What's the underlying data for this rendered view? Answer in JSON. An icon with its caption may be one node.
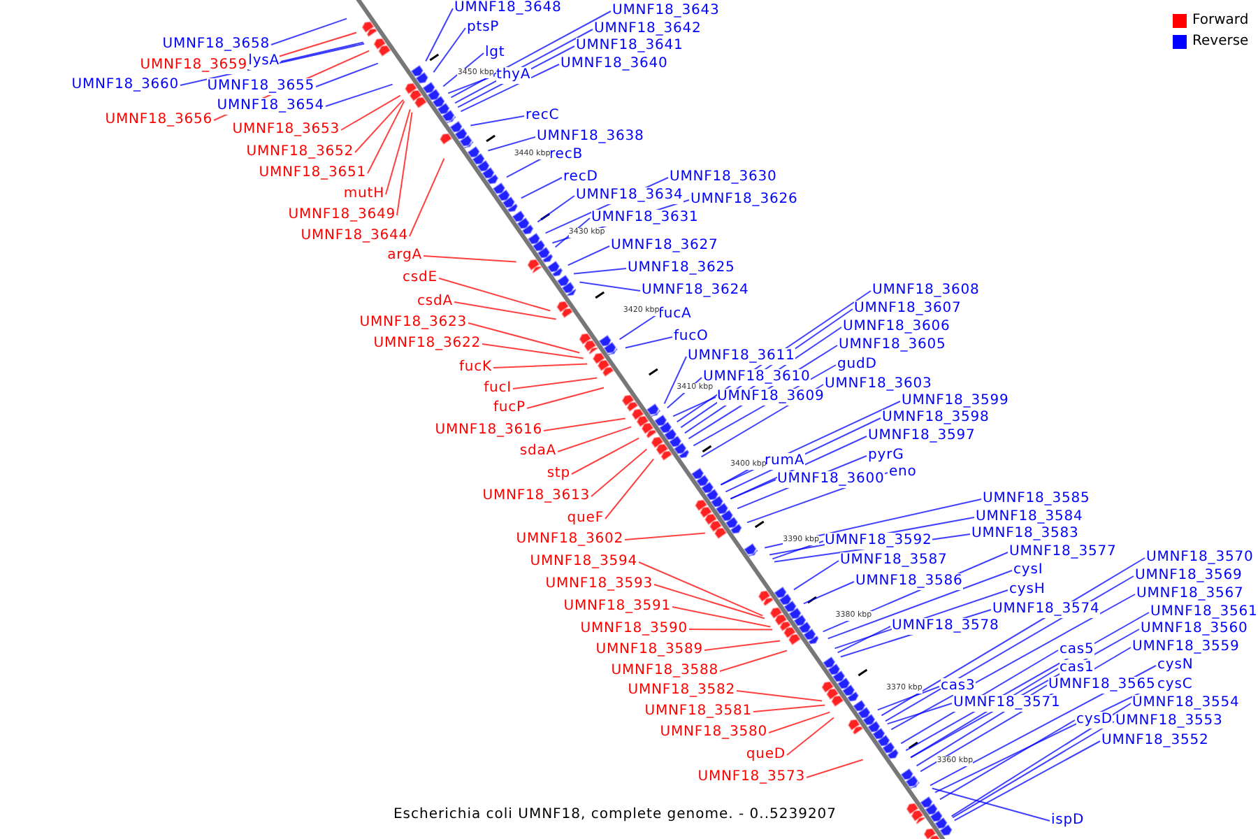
{
  "diagram": {
    "caption": "Escherichia coli UMNF18, complete genome. - 0..5239207",
    "nodes": [
      {
        "text": [
          "UMNF18_3658"
        ]
      },
      {
        "text": [
          "UMNF18_3659"
        ]
      },
      {
        "text": [
          "lysA"
        ]
      },
      {
        "text": [
          "UMNF18_3660"
        ]
      },
      {
        "text": [
          "UMNF18_3656"
        ]
      },
      {
        "text": [
          "UMNF18_3655"
        ]
      },
      {
        "text": [
          "UMNF18_3654"
        ]
      },
      {
        "text": [
          "UMNF18_3653"
        ]
      },
      {
        "text": [
          "UMNF18_3652"
        ]
      },
      {
        "text": [
          "UMNF18_3651"
        ]
      },
      {
        "text": [
          "mutH"
        ]
      },
      {
        "text": [
          "UMNF18_3649"
        ]
      },
      {
        "text": [
          "UMNF18_3644"
        ]
      },
      {
        "text": [
          "argA"
        ]
      },
      {
        "text": [
          "csdE"
        ]
      },
      {
        "text": [
          "csdA"
        ]
      },
      {
        "text": [
          "UMNF18_3623"
        ]
      },
      {
        "text": [
          "UMNF18_3622"
        ]
      },
      {
        "text": [
          "fucK"
        ]
      },
      {
        "text": [
          "fucI"
        ]
      },
      {
        "text": [
          "fucP"
        ]
      },
      {
        "text": [
          "UMNF18_3616"
        ]
      },
      {
        "text": [
          "sdaA"
        ]
      },
      {
        "text": [
          "stp"
        ]
      },
      {
        "text": [
          "UMNF18_3613"
        ]
      },
      {
        "text": [
          "queF"
        ]
      },
      {
        "text": [
          "UMNF18_3602"
        ]
      },
      {
        "text": [
          "UMNF18_3594"
        ]
      },
      {
        "text": [
          "UMNF18_3593"
        ]
      },
      {
        "text": [
          "UMNF18_3591"
        ]
      },
      {
        "text": [
          "UMNF18_3590"
        ]
      },
      {
        "text": [
          "UMNF18_3589"
        ]
      },
      {
        "text": [
          "UMNF18_3588"
        ]
      },
      {
        "text": [
          "UMNF18_3582"
        ]
      },
      {
        "text": [
          "UMNF18_3581"
        ]
      },
      {
        "text": [
          "UMNF18_3580"
        ]
      },
      {
        "text": [
          "queD"
        ]
      },
      {
        "text": [
          "UMNF18_3573"
        ]
      },
      {
        "text": [
          "UMNF18_3648"
        ]
      },
      {
        "text": [
          "ptsP"
        ]
      },
      {
        "text": [
          "lgt"
        ]
      },
      {
        "text": [
          "thyA"
        ]
      },
      {
        "text": [
          "UMNF18_3643"
        ]
      },
      {
        "text": [
          "UMNF18_3642"
        ]
      },
      {
        "text": [
          "UMNF18_3641"
        ]
      },
      {
        "text": [
          "UMNF18_3640"
        ]
      },
      {
        "text": [
          "recC"
        ]
      },
      {
        "text": [
          "UMNF18_3638"
        ]
      },
      {
        "text": [
          "recB"
        ]
      },
      {
        "text": [
          "recD"
        ]
      },
      {
        "text": [
          "UMNF18_3630"
        ]
      },
      {
        "text": [
          "UMNF18_3634"
        ]
      },
      {
        "text": [
          "UMNF18_3626"
        ]
      },
      {
        "text": [
          "UMNF18_3631"
        ]
      },
      {
        "text": [
          "UMNF18_3627"
        ]
      },
      {
        "text": [
          "UMNF18_3625"
        ]
      },
      {
        "text": [
          "UMNF18_3624"
        ]
      },
      {
        "text": [
          "fucA"
        ]
      },
      {
        "text": [
          "fucO"
        ]
      },
      {
        "text": [
          "UMNF18_3611"
        ]
      },
      {
        "text": [
          "UMNF18_3610"
        ]
      },
      {
        "text": [
          "UMNF18_3609"
        ]
      },
      {
        "text": [
          "UMNF18_3608"
        ]
      },
      {
        "text": [
          "UMNF18_3607"
        ]
      },
      {
        "text": [
          "UMNF18_3606"
        ]
      },
      {
        "text": [
          "UMNF18_3605"
        ]
      },
      {
        "text": [
          "gudD"
        ]
      },
      {
        "text": [
          "UMNF18_3603"
        ]
      },
      {
        "text": [
          "UMNF18_3599"
        ]
      },
      {
        "text": [
          "UMNF18_3598"
        ]
      },
      {
        "text": [
          "UMNF18_3597"
        ]
      },
      {
        "text": [
          "pyrG"
        ]
      },
      {
        "text": [
          "eno"
        ]
      },
      {
        "text": [
          "rumA"
        ]
      },
      {
        "text": [
          "UMNF18_3600"
        ]
      },
      {
        "text": [
          "UMNF18_3585"
        ]
      },
      {
        "text": [
          "UMNF18_3584"
        ]
      },
      {
        "text": [
          "UMNF18_3583"
        ]
      },
      {
        "text": [
          "UMNF18_3592"
        ]
      },
      {
        "text": [
          "UMNF18_3587"
        ]
      },
      {
        "text": [
          "UMNF18_3586"
        ]
      },
      {
        "text": [
          "UMNF18_3577"
        ]
      },
      {
        "text": [
          "cysI"
        ]
      },
      {
        "text": [
          "cysH"
        ]
      },
      {
        "text": [
          "UMNF18_3574"
        ]
      },
      {
        "text": [
          "UMNF18_3578"
        ]
      },
      {
        "text": [
          "UMNF18_3570"
        ]
      },
      {
        "text": [
          "UMNF18_3569"
        ]
      },
      {
        "text": [
          "UMNF18_3567"
        ]
      },
      {
        "text": [
          "UMNF18_3561"
        ]
      },
      {
        "text": [
          "UMNF18_3560"
        ]
      },
      {
        "text": [
          "UMNF18_3559"
        ]
      },
      {
        "text": [
          "cysN"
        ]
      },
      {
        "text": [
          "cysC"
        ]
      },
      {
        "text": [
          "UMNF18_3554"
        ]
      },
      {
        "text": [
          "UMNF18_3553"
        ]
      },
      {
        "text": [
          "UMNF18_3552"
        ]
      },
      {
        "text": [
          "cas5"
        ]
      },
      {
        "text": [
          "cas1"
        ]
      },
      {
        "text": [
          "UMNF18_3565"
        ]
      },
      {
        "text": [
          "cas3"
        ]
      },
      {
        "text": [
          "UMNF18_3571"
        ]
      },
      {
        "text": [
          "cysD"
        ]
      },
      {
        "text": [
          "ispD"
        ]
      }
    ],
    "edges": [
      {
        "from": 0,
        "to": null,
        "arrow": "none"
      },
      {
        "from": 1,
        "to": null,
        "arrow": "none",
        "color": "#ff0000"
      },
      {
        "from": 2,
        "to": null,
        "arrow": "none"
      },
      {
        "from": 3,
        "to": null,
        "arrow": "none"
      },
      {
        "from": 4,
        "to": null,
        "arrow": "none",
        "color": "#ff0000"
      },
      {
        "from": 5,
        "to": null,
        "arrow": "none"
      },
      {
        "from": 6,
        "to": null,
        "arrow": "none"
      },
      {
        "from": 7,
        "to": null,
        "arrow": "none",
        "color": "#ff0000"
      },
      {
        "from": 8,
        "to": null,
        "arrow": "none",
        "color": "#ff0000"
      },
      {
        "from": 9,
        "to": null,
        "arrow": "none",
        "color": "#ff0000"
      },
      {
        "from": 10,
        "to": null,
        "arrow": "none",
        "color": "#ff0000"
      },
      {
        "from": 11,
        "to": null,
        "arrow": "none",
        "color": "#ff0000"
      },
      {
        "from": 12,
        "to": null,
        "arrow": "none",
        "color": "#ff0000"
      },
      {
        "from": 13,
        "to": null,
        "arrow": "none",
        "color": "#ff0000"
      },
      {
        "from": 14,
        "to": null,
        "arrow": "none",
        "color": "#ff0000"
      },
      {
        "from": 15,
        "to": null,
        "arrow": "none",
        "color": "#ff0000"
      },
      {
        "from": 16,
        "to": null,
        "arrow": "none",
        "color": "#ff0000"
      },
      {
        "from": 17,
        "to": null,
        "arrow": "none",
        "color": "#ff0000"
      },
      {
        "from": 18,
        "to": null,
        "arrow": "none",
        "color": "#ff0000"
      },
      {
        "from": 19,
        "to": null,
        "arrow": "none",
        "color": "#ff0000"
      },
      {
        "from": 20,
        "to": null,
        "arrow": "none",
        "color": "#ff0000"
      },
      {
        "from": 21,
        "to": null,
        "arrow": "none",
        "color": "#ff0000"
      },
      {
        "from": 22,
        "to": null,
        "arrow": "none",
        "color": "#ff0000"
      },
      {
        "from": 23,
        "to": null,
        "arrow": "none",
        "color": "#ff0000"
      },
      {
        "from": 24,
        "to": null,
        "arrow": "none",
        "color": "#ff0000"
      },
      {
        "from": 25,
        "to": null,
        "arrow": "none",
        "color": "#ff0000"
      },
      {
        "from": 26,
        "to": null,
        "arrow": "none",
        "color": "#ff0000"
      },
      {
        "from": 27,
        "to": null,
        "arrow": "none",
        "color": "#ff0000"
      },
      {
        "from": 28,
        "to": null,
        "arrow": "none",
        "color": "#ff0000"
      },
      {
        "from": 29,
        "to": null,
        "arrow": "none",
        "color": "#ff0000"
      },
      {
        "from": 30,
        "to": null,
        "arrow": "none",
        "color": "#ff0000"
      },
      {
        "from": 31,
        "to": null,
        "arrow": "none",
        "color": "#ff0000"
      },
      {
        "from": 32,
        "to": null,
        "arrow": "none",
        "color": "#ff0000"
      },
      {
        "from": 33,
        "to": null,
        "arrow": "none",
        "color": "#ff0000"
      },
      {
        "from": 34,
        "to": null,
        "arrow": "none",
        "color": "#ff0000"
      },
      {
        "from": 35,
        "to": null,
        "arrow": "none",
        "color": "#ff0000"
      },
      {
        "from": 36,
        "to": null,
        "arrow": "none",
        "color": "#ff0000"
      },
      {
        "from": 37,
        "to": null,
        "arrow": "none",
        "color": "#ff0000"
      },
      {
        "from": 38,
        "to": null,
        "arrow": "none"
      },
      {
        "from": 39,
        "to": null,
        "arrow": "none"
      },
      {
        "from": 40,
        "to": null,
        "arrow": "none"
      },
      {
        "from": 41,
        "to": null,
        "arrow": "none"
      },
      {
        "from": 42,
        "to": null,
        "arrow": "none"
      },
      {
        "from": 43,
        "to": null,
        "arrow": "none"
      },
      {
        "from": 44,
        "to": null,
        "arrow": "none"
      },
      {
        "from": 45,
        "to": null,
        "arrow": "none"
      },
      {
        "from": 46,
        "to": null,
        "arrow": "none"
      },
      {
        "from": 47,
        "to": null,
        "arrow": "none"
      },
      {
        "from": 48,
        "to": null,
        "arrow": "none"
      },
      {
        "from": 49,
        "to": null,
        "arrow": "none"
      },
      {
        "from": 50,
        "to": null,
        "arrow": "none"
      },
      {
        "from": 51,
        "to": null,
        "arrow": "none"
      },
      {
        "from": 52,
        "to": null,
        "arrow": "none"
      },
      {
        "from": 53,
        "to": null,
        "arrow": "none"
      },
      {
        "from": 54,
        "to": null,
        "arrow": "none"
      },
      {
        "from": 55,
        "to": null,
        "arrow": "none"
      },
      {
        "from": 56,
        "to": null,
        "arrow": "none"
      },
      {
        "from": 57,
        "to": null,
        "arrow": "none"
      },
      {
        "from": 58,
        "to": null,
        "arrow": "none"
      },
      {
        "from": 59,
        "to": null,
        "arrow": "none"
      },
      {
        "from": 60,
        "to": null,
        "arrow": "none"
      },
      {
        "from": 61,
        "to": null,
        "arrow": "none"
      },
      {
        "from": 62,
        "to": null,
        "arrow": "none"
      },
      {
        "from": 63,
        "to": null,
        "arrow": "none"
      },
      {
        "from": 64,
        "to": null,
        "arrow": "none"
      },
      {
        "from": 65,
        "to": null,
        "arrow": "none"
      },
      {
        "from": 66,
        "to": null,
        "arrow": "none"
      },
      {
        "from": 67,
        "to": null,
        "arrow": "none"
      },
      {
        "from": 68,
        "to": null,
        "arrow": "none"
      },
      {
        "from": 69,
        "to": null,
        "arrow": "none"
      },
      {
        "from": 70,
        "to": null,
        "arrow": "none"
      },
      {
        "from": 71,
        "to": null,
        "arrow": "none"
      },
      {
        "from": 72,
        "to": null,
        "arrow": "none"
      },
      {
        "from": 73,
        "to": null,
        "arrow": "none"
      },
      {
        "from": 74,
        "to": null,
        "arrow": "none"
      },
      {
        "from": 75,
        "to": null,
        "arrow": "none"
      },
      {
        "from": 76,
        "to": null,
        "arrow": "none"
      },
      {
        "from": 77,
        "to": null,
        "arrow": "none"
      },
      {
        "from": 78,
        "to": null,
        "arrow": "none"
      },
      {
        "from": 79,
        "to": null,
        "arrow": "none"
      },
      {
        "from": 80,
        "to": null,
        "arrow": "none"
      },
      {
        "from": 81,
        "to": null,
        "arrow": "none"
      },
      {
        "from": 82,
        "to": null,
        "arrow": "none"
      },
      {
        "from": 83,
        "to": null,
        "arrow": "none"
      },
      {
        "from": 84,
        "to": null,
        "arrow": "none"
      },
      {
        "from": 85,
        "to": null,
        "arrow": "none"
      },
      {
        "from": 86,
        "to": null,
        "arrow": "none"
      },
      {
        "from": 87,
        "to": null,
        "arrow": "none"
      },
      {
        "from": 88,
        "to": null,
        "arrow": "none"
      },
      {
        "from": 89,
        "to": null,
        "arrow": "none"
      },
      {
        "from": 90,
        "to": null,
        "arrow": "none"
      },
      {
        "from": 91,
        "to": null,
        "arrow": "none"
      },
      {
        "from": 92,
        "to": null,
        "arrow": "none"
      },
      {
        "from": 93,
        "to": null,
        "arrow": "none"
      },
      {
        "from": 94,
        "to": null,
        "arrow": "none"
      },
      {
        "from": 95,
        "to": null,
        "arrow": "none"
      },
      {
        "from": 96,
        "to": null,
        "arrow": "none"
      },
      {
        "from": 97,
        "to": null,
        "arrow": "none"
      },
      {
        "from": 98,
        "to": null,
        "arrow": "none"
      },
      {
        "from": 99,
        "to": null,
        "arrow": "none"
      },
      {
        "from": 100,
        "to": null,
        "arrow": "none"
      },
      {
        "from": 101,
        "to": null,
        "arrow": "none"
      },
      {
        "from": 102,
        "to": null,
        "arrow": "none"
      },
      {
        "from": 103,
        "to": null,
        "arrow": "none"
      }
    ],
    "labels": [
      "3450 kbp",
      "3440 kbp",
      "3430 kbp",
      "3420 kbp",
      "3410 kbp",
      "3400 kbp",
      "3390 kbp",
      "3380 kbp",
      "3370 kbp",
      "3360 kbp"
    ],
    "legend": [
      {
        "text": "Forward",
        "color": "#ff0000"
      },
      {
        "text": "Reverse",
        "color": "#0000ff"
      }
    ]
  }
}
